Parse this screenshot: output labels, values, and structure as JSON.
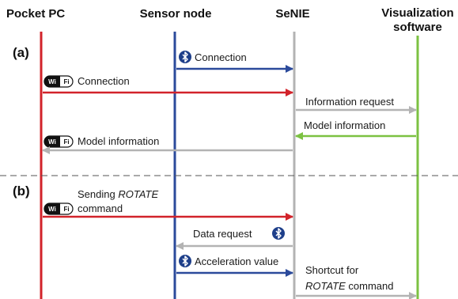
{
  "lanes": {
    "pocket_pc": "Pocket PC",
    "sensor_node": "Sensor node",
    "senie": "SeNIE",
    "viz_line1": "Visualization",
    "viz_line2": "software"
  },
  "sections": {
    "a": "(a)",
    "b": "(b)"
  },
  "messages": {
    "m1": "Connection",
    "m2": "Connection",
    "m3": "Information request",
    "m4": "Model information",
    "m5": "Model information",
    "m6_pre": "Sending ",
    "m6_italic": "ROTATE",
    "m6_line2": "command",
    "m7": "Data request",
    "m8": "Acceleration value",
    "m9_line1": "Shortcut for",
    "m9_italic": "ROTATE",
    "m9_post": " command"
  },
  "icons": {
    "wifi_label_a": "Wi",
    "wifi_label_b": "Fi"
  },
  "colors": {
    "pocket_pc": "#d2232a",
    "sensor_node": "#2b4a9b",
    "senie": "#b3b3b3",
    "viz": "#7cc242",
    "bluetooth": "#1e3f8a"
  }
}
